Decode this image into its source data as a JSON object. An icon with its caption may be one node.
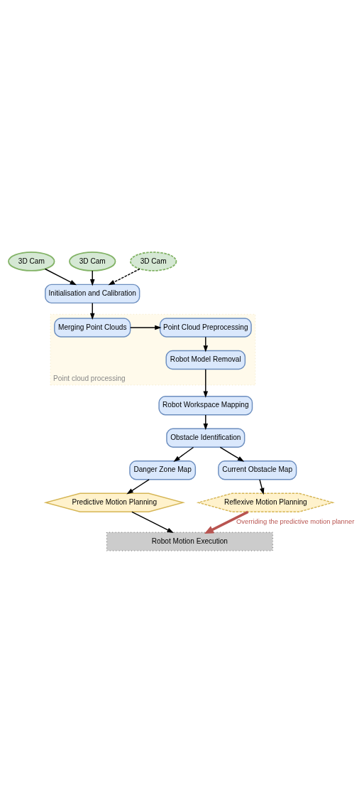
{
  "diagram": {
    "nodes": [
      {
        "text": [
          "3D Cam"
        ]
      },
      {
        "text": [
          "3D Cam"
        ]
      },
      {
        "text": [
          "3D Cam"
        ]
      },
      {
        "text": [
          "Initialisation and Calibration"
        ]
      },
      {
        "text": [
          "Point cloud processing"
        ]
      },
      {
        "text": [
          "Merging Point Clouds"
        ],
        "in": 4
      },
      {
        "text": [
          "Point Cloud Preprocessing"
        ],
        "in": 4
      },
      {
        "text": [
          "Robot Model Removal"
        ],
        "in": 4
      },
      {
        "text": [
          "Robot Workspace Mapping"
        ]
      },
      {
        "text": [
          "Obstacle Identification"
        ]
      },
      {
        "text": [
          "Danger Zone Map"
        ]
      },
      {
        "text": [
          "Current Obstacle Map"
        ]
      },
      {
        "text": [
          "Predictive Motion Planning"
        ]
      },
      {
        "text": [
          "Reflexive Motion Planning"
        ]
      },
      {
        "text": [
          "Robot Motion Execution"
        ]
      }
    ],
    "edges": [
      {
        "from": 0,
        "to": 3,
        "arrow": "to"
      },
      {
        "from": 1,
        "to": 3,
        "arrow": "to"
      },
      {
        "from": 2,
        "to": 3,
        "arrow": "to",
        "style": "dashed"
      },
      {
        "from": 3,
        "to": 5,
        "arrow": "to"
      },
      {
        "from": 5,
        "to": 6,
        "arrow": "to"
      },
      {
        "from": 6,
        "to": 7,
        "arrow": "to"
      },
      {
        "from": 7,
        "to": 8,
        "arrow": "to"
      },
      {
        "from": 8,
        "to": 9,
        "arrow": "to"
      },
      {
        "from": 9,
        "to": 10,
        "arrow": "to"
      },
      {
        "from": 9,
        "to": 11,
        "arrow": "to"
      },
      {
        "from": 10,
        "to": 12,
        "arrow": "to"
      },
      {
        "from": 11,
        "to": 13,
        "arrow": "to"
      },
      {
        "from": 12,
        "to": 14,
        "arrow": "to"
      },
      {
        "from": 13,
        "to": 14,
        "arrow": "to",
        "label": "Overriding the predictive motion planner",
        "style": "thick",
        "color": "#b85450"
      }
    ]
  }
}
